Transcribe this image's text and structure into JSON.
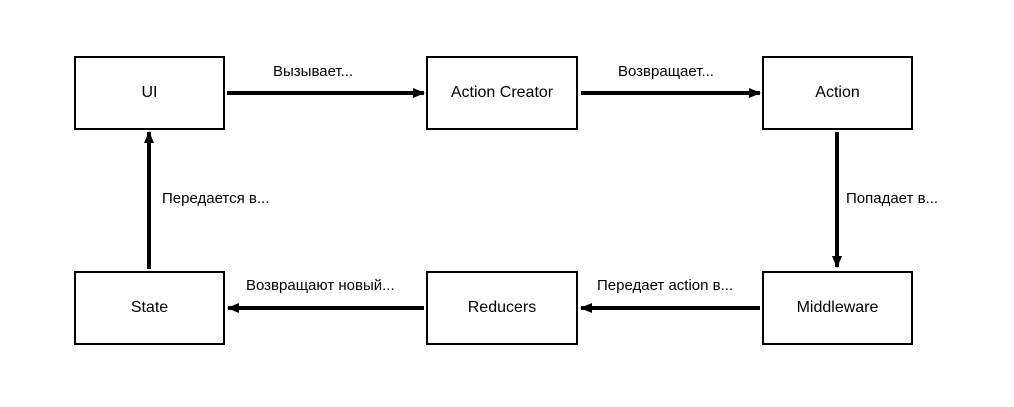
{
  "nodes": {
    "ui": "UI",
    "action_creator": "Action Creator",
    "action": "Action",
    "state": "State",
    "reducers": "Reducers",
    "middleware": "Middleware"
  },
  "edges": {
    "ui_to_action_creator": "Вызывает...",
    "action_creator_to_action": "Возвращает...",
    "action_to_middleware": "Попадает в...",
    "middleware_to_reducers": "Передает action в...",
    "reducers_to_state": "Возвращают новый...",
    "state_to_ui": "Передается в..."
  },
  "colors": {
    "stroke": "#000000",
    "background": "#ffffff"
  }
}
